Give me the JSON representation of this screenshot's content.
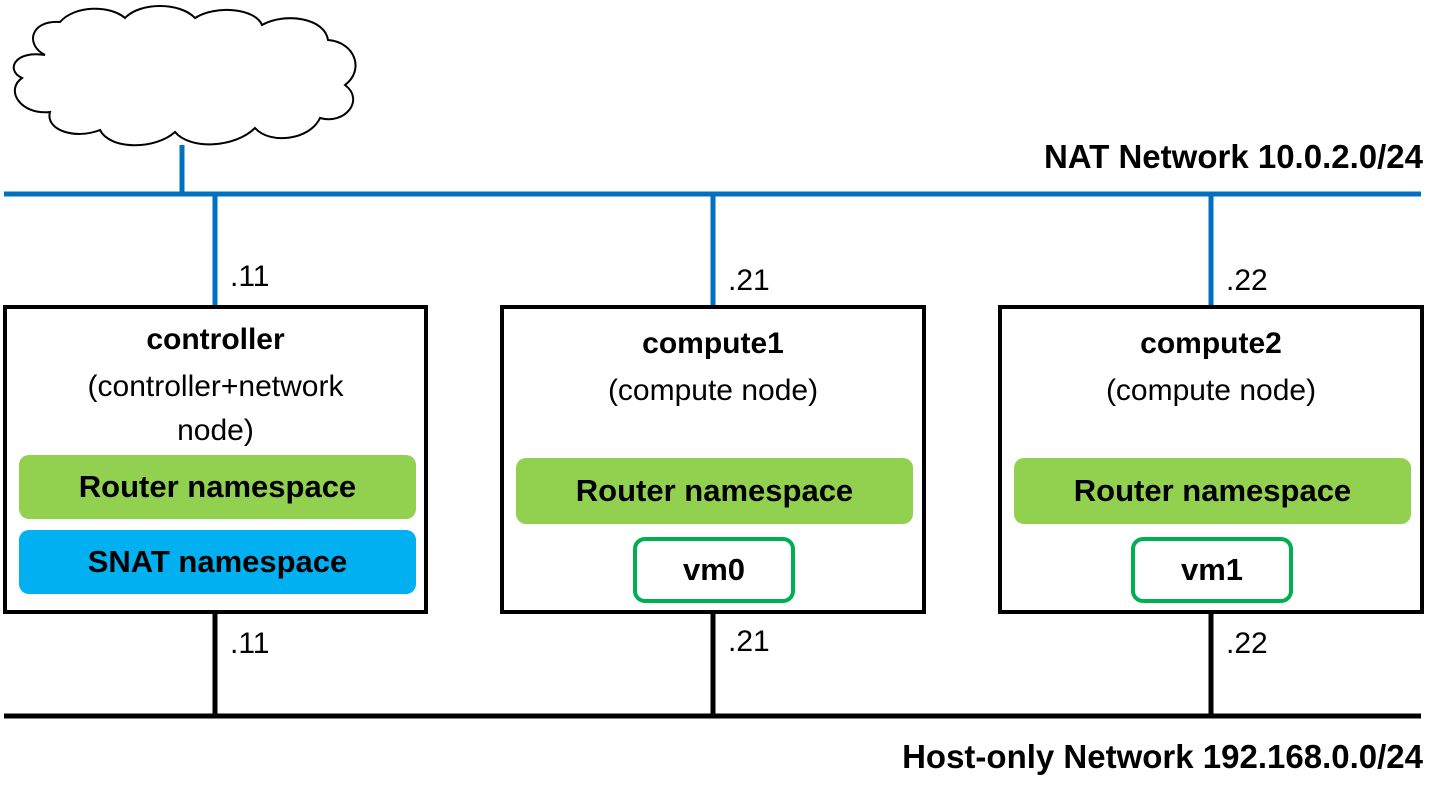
{
  "colors": {
    "nat_line": "#0070c0",
    "host_line": "#000000",
    "router_ns": "#92d050",
    "snat_ns": "#00b0f0",
    "vm_border": "#00b050"
  },
  "icons": {
    "cloud": "cloud-icon"
  },
  "networks": {
    "nat": {
      "label": "NAT Network 10.0.2.0/24"
    },
    "host_only": {
      "label": "Host-only Network 192.168.0.0/24"
    }
  },
  "nodes": {
    "controller": {
      "title": "controller",
      "subtitle_line1": "(controller+network",
      "subtitle_line2": "node)",
      "nat_ip": ".11",
      "host_ip": ".11",
      "router_ns": "Router namespace",
      "snat_ns": "SNAT namespace"
    },
    "compute1": {
      "title": "compute1",
      "subtitle": "(compute node)",
      "nat_ip": ".21",
      "host_ip": ".21",
      "router_ns": "Router namespace",
      "vm": "vm0"
    },
    "compute2": {
      "title": "compute2",
      "subtitle": "(compute node)",
      "nat_ip": ".22",
      "host_ip": ".22",
      "router_ns": "Router namespace",
      "vm": "vm1"
    }
  }
}
